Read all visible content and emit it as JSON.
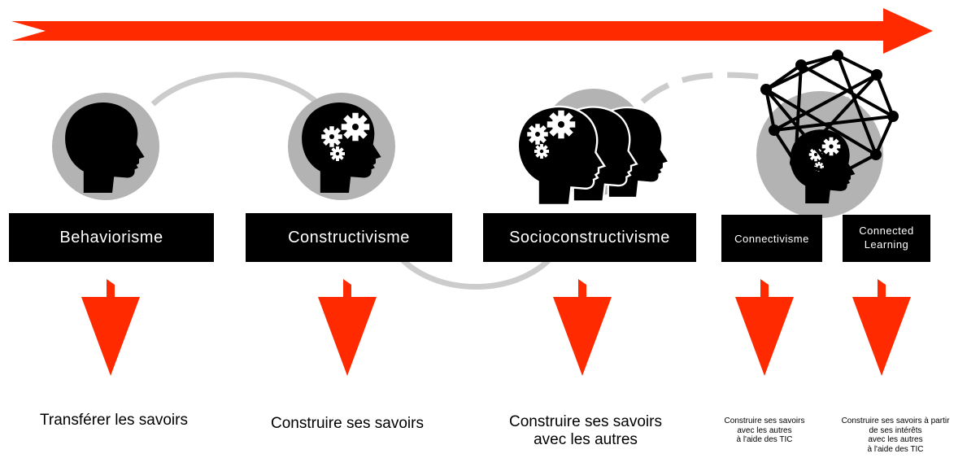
{
  "colors": {
    "arrow": "#ff2a00",
    "box": "#000000",
    "circle": "#b3b3b3",
    "connector": "#cccccc"
  },
  "stages": [
    {
      "label": "Behaviorisme",
      "outcome": "Transférer les savoirs",
      "icon": "head-icon"
    },
    {
      "label": "Constructivisme",
      "outcome": "Construire ses savoirs",
      "icon": "head-with-gears-icon"
    },
    {
      "label": "Socioconstructivisme",
      "outcome": "Construire ses savoirs\navec les autres",
      "icon": "three-heads-with-gears-icon"
    },
    {
      "label": "Connectivisme",
      "outcome": "Construire ses savoirs\navec les autres\nà l'aide des TIC",
      "icon": "network-head-icon"
    },
    {
      "label": "Connected\nLearning",
      "outcome": "Construire ses savoirs à partir\nde ses intérêts\navec les autres\nà l'aide des TIC",
      "icon": ""
    }
  ]
}
